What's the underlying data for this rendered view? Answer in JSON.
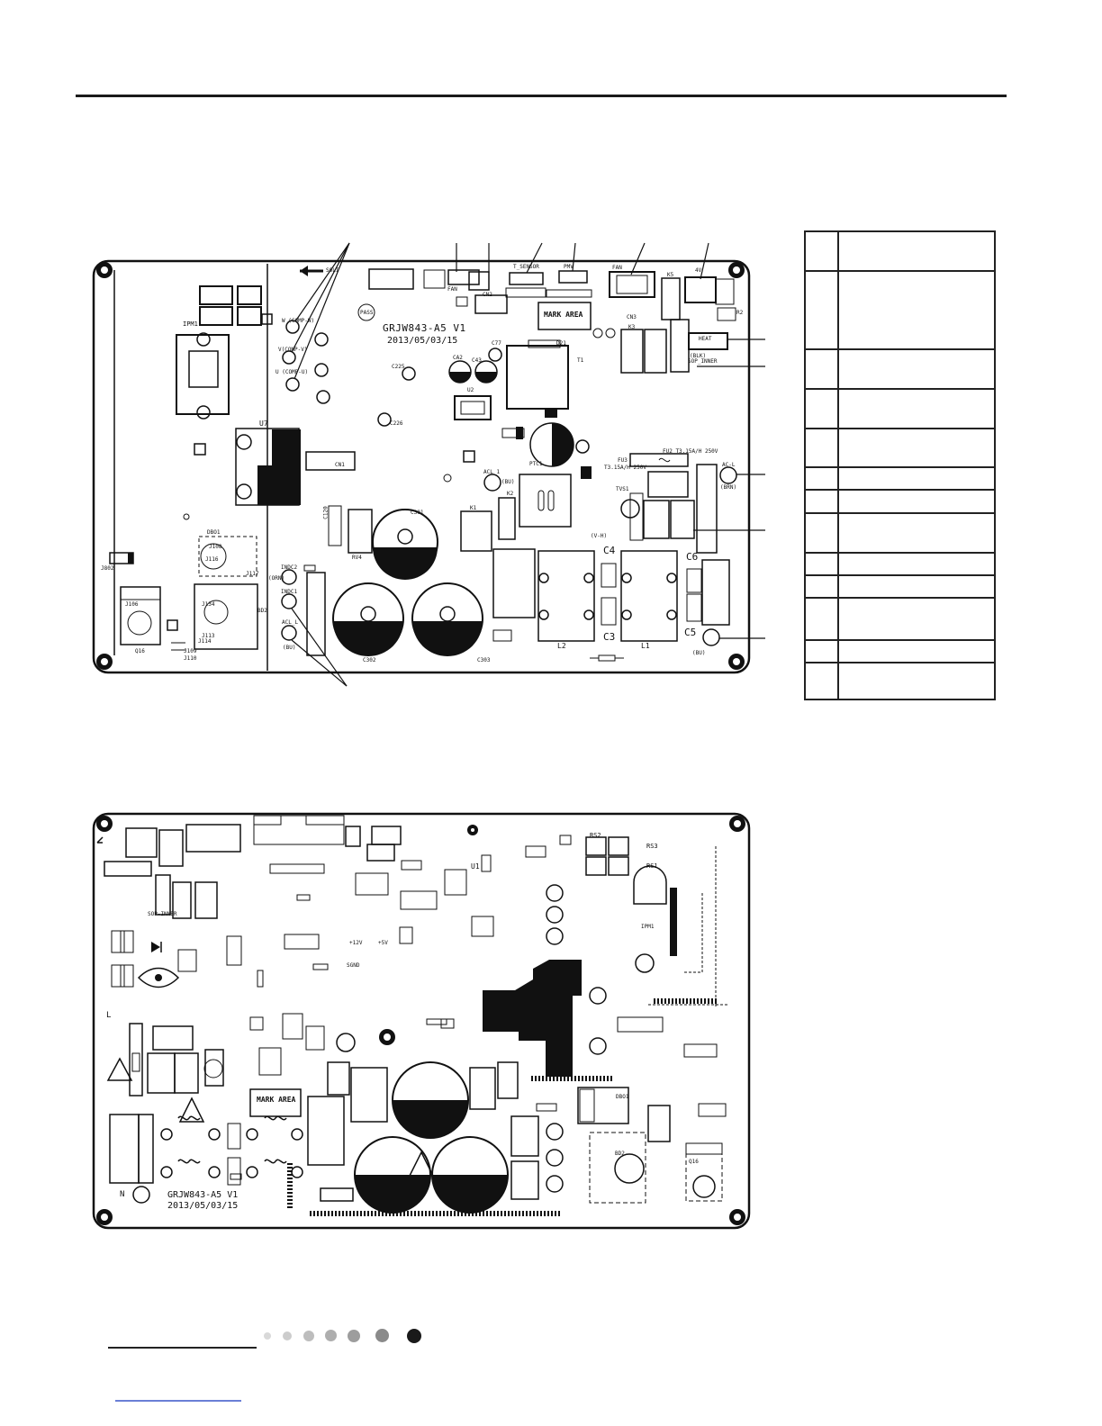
{
  "board_top": {
    "model_label": "GRJW843-A5 V1",
    "date_label": "2013/05/03/15",
    "mark_area": "MARK AREA",
    "component_labels": {
      "ipm": "IPM1",
      "u7": "U7",
      "dbo1": "DBO1",
      "bd2": "BD2",
      "q16": "Q16",
      "j108": "J108",
      "j116": "J116",
      "j106": "J106",
      "j134": "J134",
      "j113": "J113",
      "j114": "J114",
      "j109": "J109",
      "j110": "J110",
      "j117": "J117",
      "j802": "J802",
      "comp_w": "W (COMP-W)",
      "comp_v": "V(COMP-V)",
      "comp_u": "U (COMP-U)",
      "pass": "PASS",
      "fan": "FAN",
      "t_sensor": "T_SENSOR",
      "pmv": "PMV",
      "fan_conn": "FAN",
      "four_way": "4V",
      "heat": "HEAT",
      "sop_inner": "SOP_INNER",
      "blk": "(BLK)",
      "ac_l_brn": "AC-L",
      "brn": "(BRN)",
      "ac_l_top": "ACL_1",
      "bu": "(BU)",
      "indc2": "INDC2",
      "indc1": "INDC1",
      "orn": "(ORN)",
      "ac_l_left": "ACL_L",
      "bu_left": "(BU)",
      "cn1": "CN1",
      "cn2": "CN2",
      "cn3": "CN3",
      "c301": "C301",
      "c302": "C302",
      "c303": "C303",
      "l2": "L2",
      "l1": "L1",
      "c3": "C3",
      "c4": "C4",
      "c6": "C6",
      "c5": "C5",
      "ptc1": "PTC1",
      "tvs1": "TVS1",
      "fu3": "FU3",
      "fu2": "FU2 T3.15A/H 250V",
      "fu1_rating": "T3.15A/H 250V",
      "k1": "K1",
      "k2": "K2",
      "k3": "K3",
      "k4": "K4",
      "k5": "K5",
      "soli": "SOLI",
      "r2": "R2",
      "vh": "(V-H)",
      "c120": "C120",
      "rv4": "RV4",
      "u2": "U2",
      "ca2": "CA2",
      "c43": "C43",
      "c225": "C225",
      "c226": "C226",
      "c77": "C77",
      "d21": "D21",
      "t1": "T1"
    }
  },
  "board_bottom": {
    "model_label": "GRJW843-A5 V1",
    "date_label": "2013/05/03/15",
    "mark_area": "MARK AREA",
    "labels": {
      "l": "L",
      "n": "N",
      "sop_inner": "SOP-INNER",
      "u1": "U1",
      "rs1": "RS1",
      "rs2": "RS2",
      "rs3": "RS3",
      "ipm": "IPM1",
      "dbo1": "DBO1",
      "bd2": "BD2",
      "q16": "Q16",
      "p12v": "+12V",
      "p5v": "+5V",
      "sgnd": "SGND"
    }
  },
  "colors": {
    "ink": "#111111",
    "footer_link": "#6a7fd6",
    "dots": [
      "#d9d9d9",
      "#cccccc",
      "#bdbdbd",
      "#aeaeae",
      "#9d9d9d",
      "#8a8a8a",
      "#1a1a1a"
    ]
  }
}
